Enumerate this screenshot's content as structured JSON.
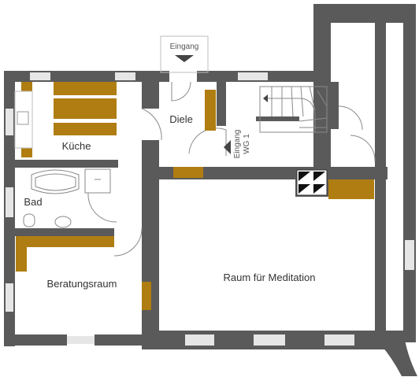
{
  "labels": {
    "eingang": "Eingang",
    "diele": "Diele",
    "kueche": "Küche",
    "eingang_wg_line1": "Eingang",
    "eingang_wg_line2": "WG 1",
    "bad": "Bad",
    "beratungsraum": "Beratungsraum",
    "meditation": "Raum für Meditation"
  },
  "colors": {
    "wall": "#5a5a5a",
    "furniture": "#b07d12",
    "window": "#e6e6e6",
    "line": "#8a8a8a",
    "text": "#333333"
  }
}
